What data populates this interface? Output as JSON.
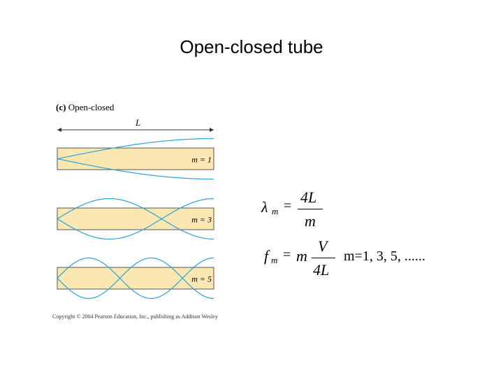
{
  "slide": {
    "title": "Open-closed tube"
  },
  "figure": {
    "label_bold": "(c)",
    "label_text": " Open-closed",
    "length_label": "L",
    "tubes": [
      {
        "mode_label": "m = 1",
        "m": 1
      },
      {
        "mode_label": "m = 3",
        "m": 3
      },
      {
        "mode_label": "m = 5",
        "m": 5
      }
    ],
    "copyright": "Copyright © 2004 Pearson Education, Inc., publishing as Addison Wesley",
    "colors": {
      "tube_fill": "#fbe7b2",
      "tube_stroke": "#555555",
      "wave": "#2aa3d6"
    }
  },
  "equations": {
    "wavelength": {
      "lhs": "λ",
      "lhs_sub": "m",
      "eq": "=",
      "numerator": "4L",
      "denominator": "m"
    },
    "frequency": {
      "lhs": "f",
      "lhs_sub": "m",
      "eq": "=",
      "coef": "m",
      "numerator": "V",
      "denominator": "4L"
    },
    "m_values": "m=1, 3, 5, ......"
  }
}
